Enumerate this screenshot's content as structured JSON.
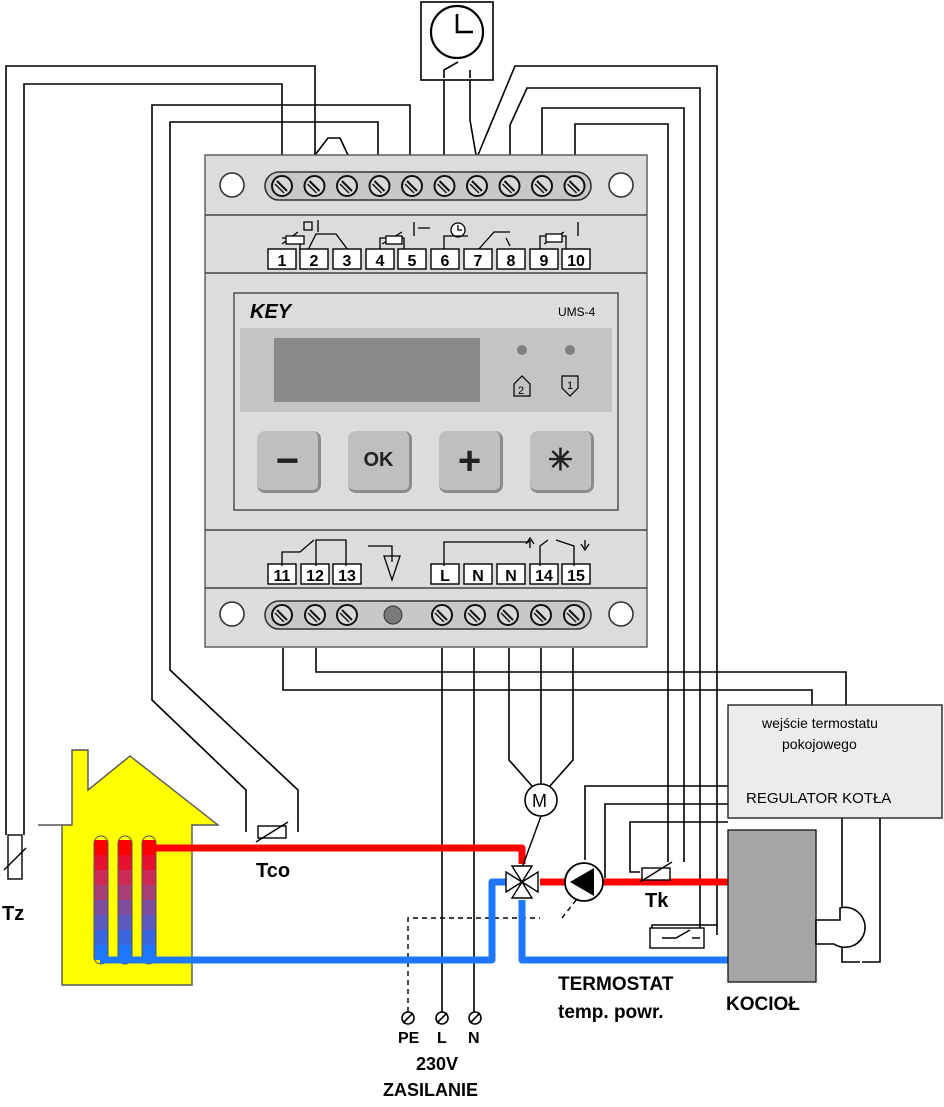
{
  "device": {
    "brand": "KEY",
    "model": "UMS-4",
    "top_terminals": [
      "1",
      "2",
      "3",
      "4",
      "5",
      "6",
      "7",
      "8",
      "9",
      "10"
    ],
    "bottom_terminals": [
      "11",
      "12",
      "13",
      "L",
      "N",
      "N",
      "14",
      "15"
    ],
    "buttons": [
      {
        "name": "minus",
        "label": "−"
      },
      {
        "name": "ok",
        "label": "OK"
      },
      {
        "name": "plus",
        "label": "+"
      },
      {
        "name": "star",
        "label": "✳"
      }
    ],
    "led_labels": [
      "2",
      "1"
    ]
  },
  "labels": {
    "tz": "Tz",
    "tco": "Tco",
    "tk": "Tk",
    "motor": "M",
    "regulator_line1": "wejście termostatu",
    "regulator_line2": "pokojowego",
    "regulator_title": "REGULATOR KOTŁA",
    "thermostat_title": "TERMOSTAT",
    "thermostat_sub": "temp. powr.",
    "boiler": "KOCIOŁ",
    "supply_pe": "PE",
    "supply_l": "L",
    "supply_n": "N",
    "supply_voltage": "230V",
    "supply_title": "ZASILANIE"
  },
  "colors": {
    "hot_pipe": "#ff0000",
    "cold_pipe": "#1e78ff",
    "house": "#ffff00",
    "device_body": "#dcdcdc",
    "boiler": "#a6a6a6"
  }
}
